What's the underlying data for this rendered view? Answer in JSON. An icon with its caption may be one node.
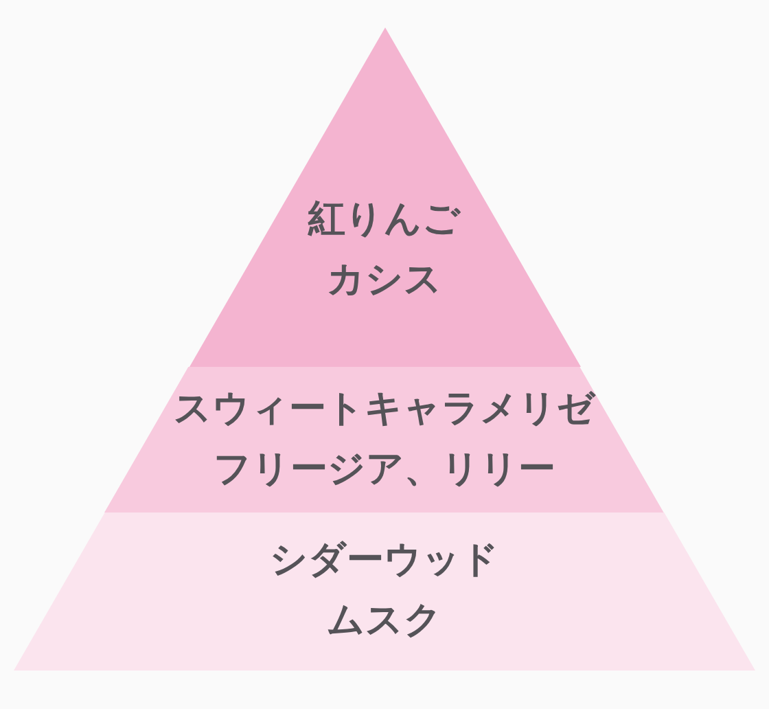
{
  "diagram": {
    "nodes": [
      {
        "text": [
          "紅りんご",
          "カシス"
        ]
      },
      {
        "text": [
          "スウィートキャラメリゼ",
          "フリージア、リリー"
        ]
      },
      {
        "text": [
          "シダーウッド",
          "ムスク"
        ]
      }
    ]
  }
}
